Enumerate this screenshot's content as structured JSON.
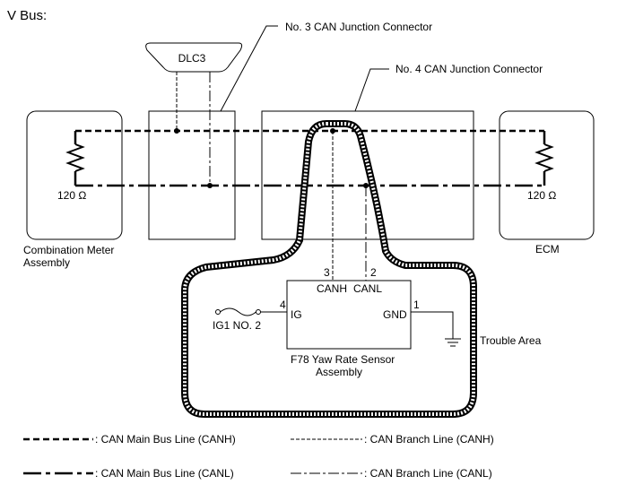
{
  "title": "V Bus:",
  "labels": {
    "dlc3": "DLC3",
    "junction3": "No. 3 CAN Junction Connector",
    "junction4": "No. 4 CAN Junction Connector",
    "resistor_left": "120 Ω",
    "resistor_right": "120 Ω",
    "combination_meter_line1": "Combination Meter",
    "combination_meter_line2": "Assembly",
    "ecm": "ECM",
    "pin3": "3",
    "pin2": "2",
    "pin4": "4",
    "pin1": "1",
    "canh": "CANH",
    "canl": "CANL",
    "ig": "IG",
    "gnd": "GND",
    "ig1_fuse": "IG1 NO. 2",
    "sensor_line1": "F78  Yaw Rate Sensor",
    "sensor_line2": "Assembly",
    "trouble_area": "Trouble Area"
  },
  "legend": {
    "main_canh": ": CAN Main Bus Line (CANH)",
    "branch_canh": ": CAN Branch Line (CANH)",
    "main_canl": ": CAN Main Bus Line (CANL)",
    "branch_canl": ": CAN Branch Line (CANL)"
  }
}
